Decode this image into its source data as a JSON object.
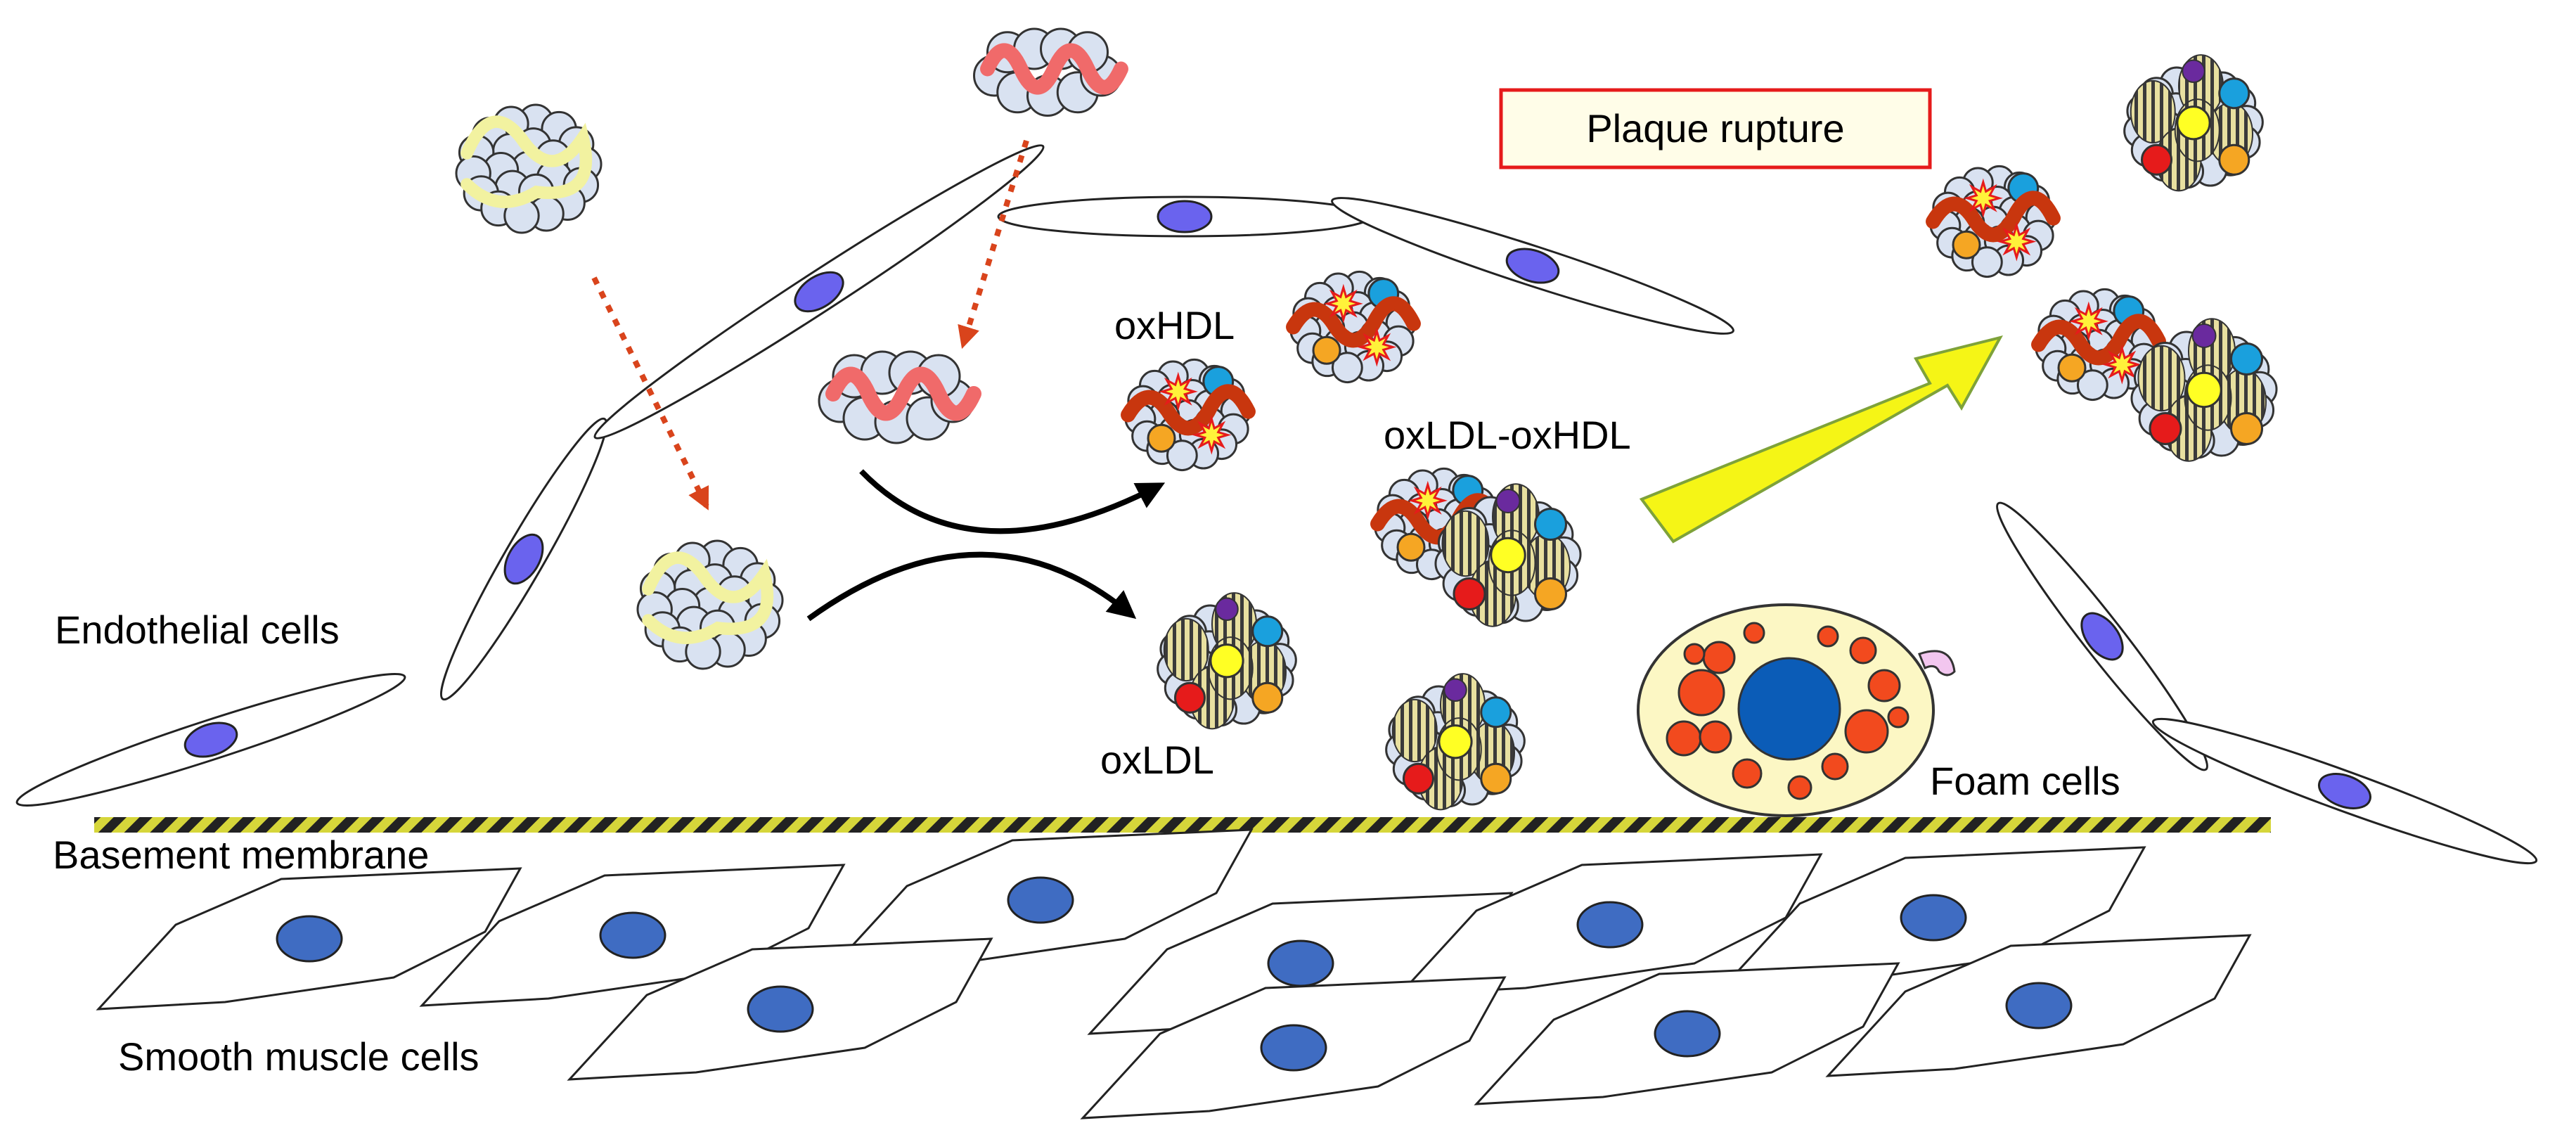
{
  "labels": {
    "endothelial": "Endothelial cells",
    "basement": "Basement membrane",
    "smooth_muscle": "Smooth muscle cells",
    "oxhdl": "oxHDL",
    "oxldl": "oxLDL",
    "oxldl_oxhdl": "oxLDL-oxHDL",
    "foam": "Foam cells",
    "plaque": "Plaque rupture"
  },
  "colors": {
    "sphere": "#d9e2f1",
    "endothelial_nucleus": "#6a63ee",
    "smc_nucleus": "#3f6cc2",
    "hdl_strand": "#f2f2a0",
    "ox_strand": "#f06a6a",
    "ox_strand_dark": "#c8360e",
    "arrow_dotted": "#d9441c",
    "big_arrow": "#f5f516",
    "foam_fill": "#fcf7c4",
    "foam_nucleus": "#0b5cb7",
    "foam_droplet": "#f24a1e",
    "plaque_border": "#e61b1b",
    "plaque_fill": "#fffde8",
    "receptor": "#f2c6ef"
  }
}
